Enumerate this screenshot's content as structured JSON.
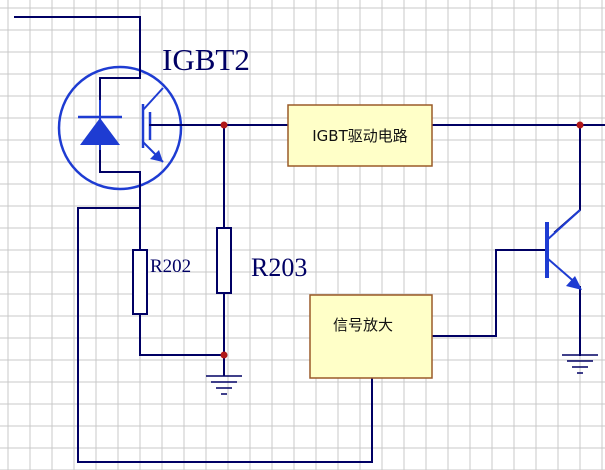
{
  "labels": {
    "igbt": "IGBT2",
    "r202": "R202",
    "r203": "R203",
    "driver_box": "IGBT驱动电路",
    "amp_box": "信号放大"
  },
  "colors": {
    "background": "#ffffff",
    "grid": "#c8c8c8",
    "wire": "#000064",
    "symbol_blue": "#1e3cd2",
    "box_fill": "#ffffc8",
    "box_border": "#9a5a28",
    "junction_dot": "#b01818"
  },
  "icons": {
    "ground": "ground-icon",
    "igbt": "igbt-symbol-icon",
    "transistor": "npn-transistor-icon",
    "resistor": "resistor-icon"
  }
}
